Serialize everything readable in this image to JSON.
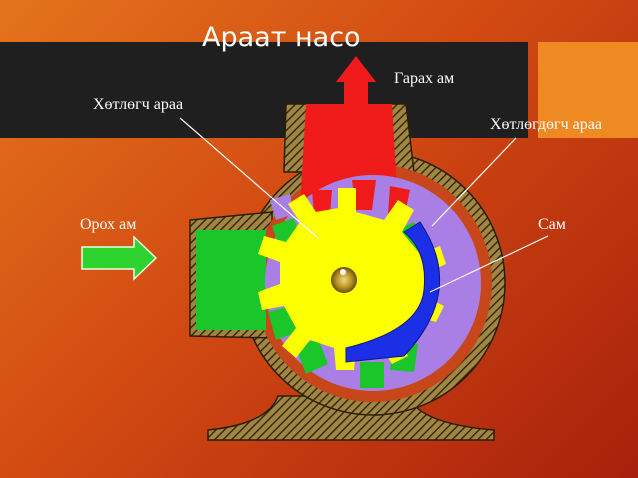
{
  "slide": {
    "title": "Араат насо"
  },
  "labels": {
    "outlet": "Гарах ам",
    "drive_gear": "Хөтлөгч араа",
    "driven_gear": "Хөтлөгдөгч араа",
    "inlet": "Орох ам",
    "crescent": "Сам"
  },
  "colors": {
    "background_start": "#e4741c",
    "background_end": "#a8200c",
    "title_band": "#1f1f1f",
    "accent_block": "#ef8a22",
    "casing_hatch": "#a08640",
    "rotor_purple": "#a97fe6",
    "outlet_red": "#ef1b1b",
    "inlet_green": "#1bc62a",
    "drive_gear_yellow": "#fbff00",
    "crescent_blue": "#1a2fe6",
    "arrow_green": "#2fd32f"
  },
  "icons": {
    "outlet_flow": "arrow-up-icon",
    "inlet_flow": "arrow-right-icon",
    "shaft": "shaft-icon"
  }
}
